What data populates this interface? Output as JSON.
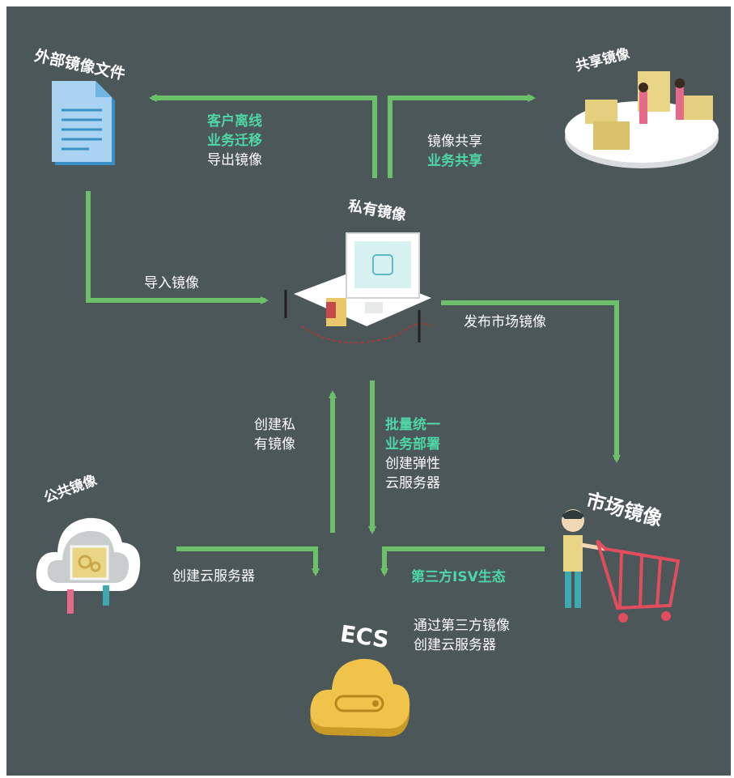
{
  "nodes": {
    "external": "外部镜像文件",
    "shared": "共享镜像",
    "private": "私有镜像",
    "public": "公共镜像",
    "market": "市场镜像",
    "ecs": "ECS"
  },
  "edges": {
    "export": {
      "line1": "客户离线",
      "line2": "业务迁移",
      "line3": "导出镜像"
    },
    "share": {
      "line1": "镜像共享",
      "line2": "业务共享"
    },
    "import": {
      "line1": "导入镜像"
    },
    "publish": {
      "line1": "发布市场镜像"
    },
    "create_private": {
      "line1": "创建私",
      "line2": "有镜像"
    },
    "batch": {
      "line1": "批量统一",
      "line2": "业务部署",
      "line3": "创建弹性",
      "line4": "云服务器"
    },
    "from_public": {
      "line1": "创建云服务器"
    },
    "third_party": {
      "line1": "第三方ISV生态",
      "line2": "通过第三方镜像",
      "line3": "创建云服务器"
    }
  },
  "colors": {
    "background": "#4b5758",
    "arrow": "#6cc06a",
    "highlight_text": "#4fd6a6",
    "label_text": "#ffffff"
  }
}
